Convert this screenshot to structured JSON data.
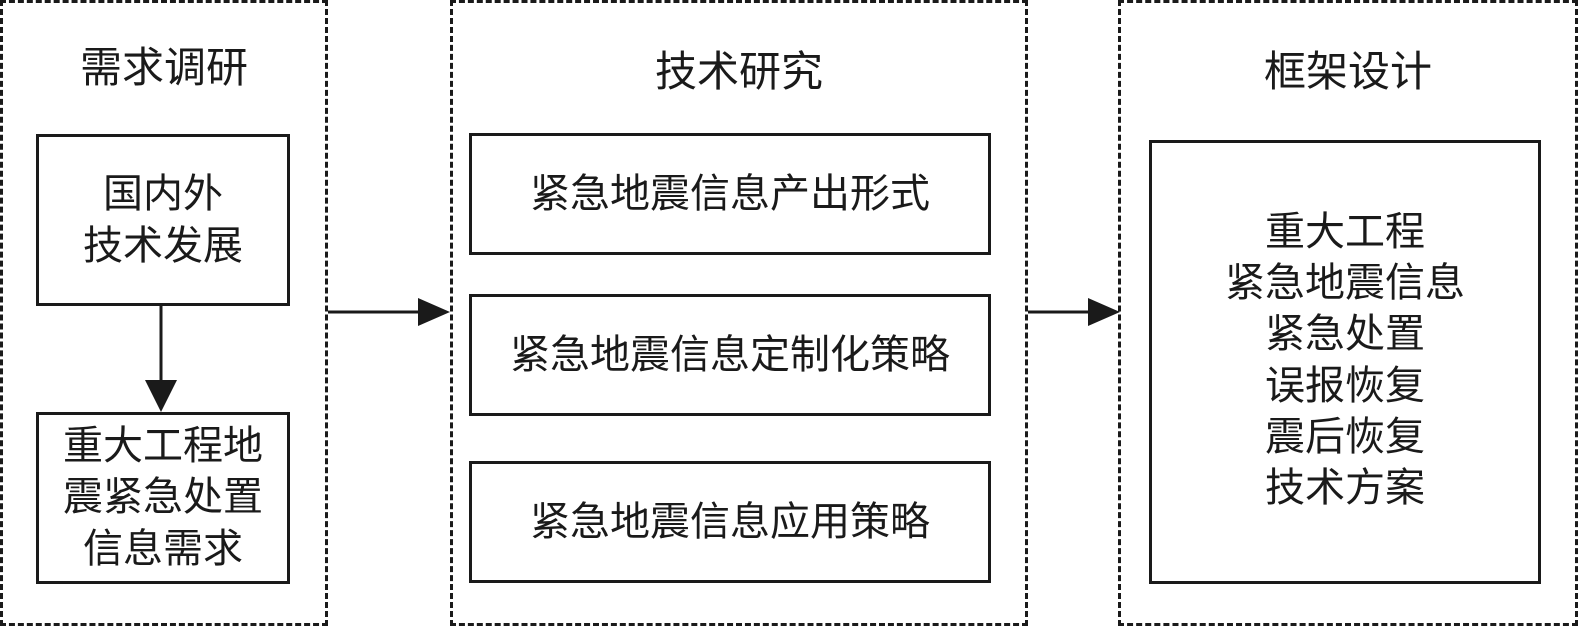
{
  "panels": {
    "requirements": {
      "title": "需求调研",
      "box_top": {
        "lines": [
          "国内外",
          "技术发展"
        ]
      },
      "box_bottom": {
        "lines": [
          "重大工程地",
          "震紧急处置",
          "信息需求"
        ]
      }
    },
    "research": {
      "title": "技术研究",
      "items": [
        "紧急地震信息产出形式",
        "紧急地震信息定制化策略",
        "紧急地震信息应用策略"
      ]
    },
    "framework": {
      "title": "框架设计",
      "box": {
        "lines": [
          "重大工程",
          "紧急地震信息",
          "紧急处置",
          "误报恢复",
          "震后恢复",
          "技术方案"
        ]
      }
    }
  },
  "colors": {
    "stroke": "#1a1a1a",
    "background": "#ffffff"
  }
}
